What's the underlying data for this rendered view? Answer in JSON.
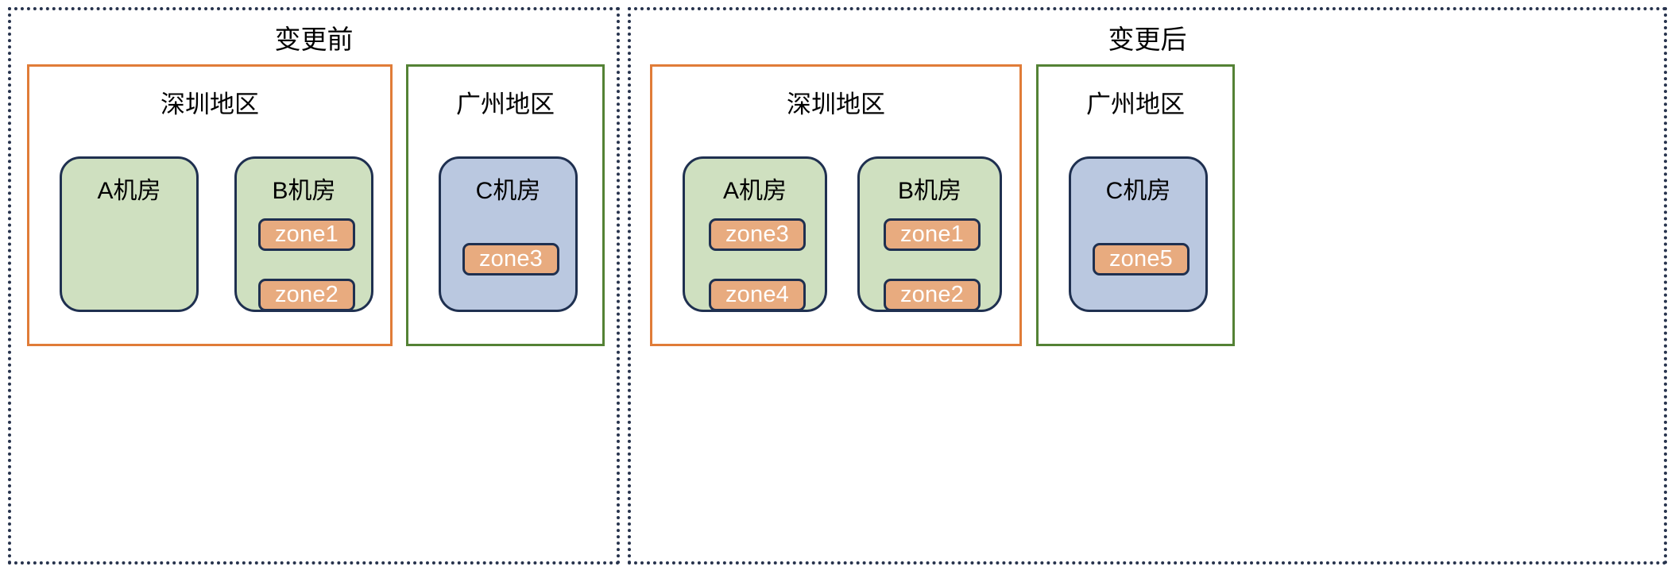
{
  "diagram": {
    "title_before": "变更前",
    "title_after": "变更后",
    "colors": {
      "panel_border": "#27334d",
      "region_border_orange": "#e07c38",
      "region_border_green": "#548235",
      "room_fill_green": "#cfe0c0",
      "room_fill_blue": "#bac8e0",
      "room_stroke": "#1f3050",
      "zone_fill": "#e8ab7f",
      "zone_text": "#ffffff"
    },
    "labels": {
      "region_shenzhen": "深圳地区",
      "region_guangzhou": "广州地区",
      "room_a": "A机房",
      "room_b": "B机房",
      "room_c": "C机房"
    },
    "panels": [
      {
        "id": "before",
        "title": "变更前",
        "regions": [
          {
            "id": "before-shenzhen",
            "name": "深圳地区",
            "border_color": "#e07c38",
            "rooms": [
              {
                "id": "before-room-a",
                "name": "A机房",
                "fill": "green",
                "zones": []
              },
              {
                "id": "before-room-b",
                "name": "B机房",
                "fill": "green",
                "zones": [
                  "zone1",
                  "zone2"
                ]
              }
            ]
          },
          {
            "id": "before-guangzhou",
            "name": "广州地区",
            "border_color": "#548235",
            "rooms": [
              {
                "id": "before-room-c",
                "name": "C机房",
                "fill": "blue",
                "zones": [
                  "zone3"
                ]
              }
            ]
          }
        ]
      },
      {
        "id": "after",
        "title": "变更后",
        "regions": [
          {
            "id": "after-shenzhen",
            "name": "深圳地区",
            "border_color": "#e07c38",
            "rooms": [
              {
                "id": "after-room-a",
                "name": "A机房",
                "fill": "green",
                "zones": [
                  "zone3",
                  "zone4"
                ]
              },
              {
                "id": "after-room-b",
                "name": "B机房",
                "fill": "green",
                "zones": [
                  "zone1",
                  "zone2"
                ]
              }
            ]
          },
          {
            "id": "after-guangzhou",
            "name": "广州地区",
            "border_color": "#548235",
            "rooms": [
              {
                "id": "after-room-c",
                "name": "C机房",
                "fill": "blue",
                "zones": [
                  "zone5"
                ]
              }
            ]
          }
        ]
      }
    ]
  }
}
